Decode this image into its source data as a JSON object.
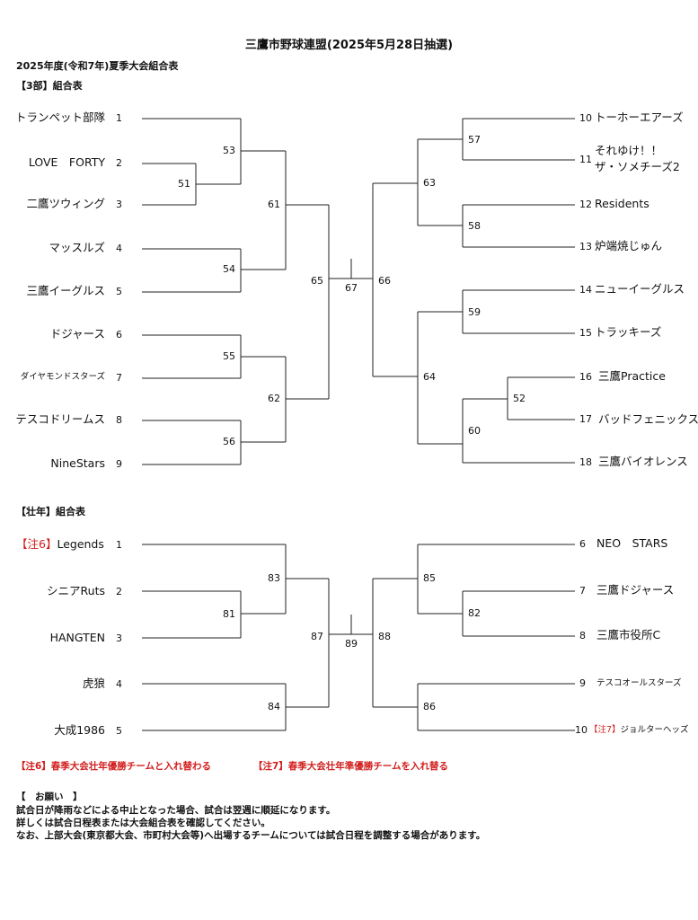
{
  "title": "三鷹市野球連盟(2025年5月28日抽選)",
  "subtitle": "2025年度(令和7年)夏季大会組合表",
  "section1": {
    "heading": "【3部】組合表",
    "left_teams": [
      {
        "name": "トランペット部隊",
        "seed": "1"
      },
      {
        "name": "LOVE　FORTY",
        "seed": "2"
      },
      {
        "name": "二鷹ツウィング",
        "seed": "3"
      },
      {
        "name": "マッスルズ",
        "seed": "4"
      },
      {
        "name": "三鷹イーグルス",
        "seed": "5"
      },
      {
        "name": "ドジャース",
        "seed": "6"
      },
      {
        "name": "ダイヤモンドスターズ",
        "seed": "7"
      },
      {
        "name": "テスコドリームス",
        "seed": "8"
      },
      {
        "name": "NineStars",
        "seed": "9"
      }
    ],
    "right_teams": [
      {
        "name": "トーホーエアーズ",
        "seed": "10"
      },
      {
        "name": "それゆけ！！",
        "name2": "ザ・ソメチーズ2",
        "seed": "11"
      },
      {
        "name": "Residents",
        "seed": "12"
      },
      {
        "name": "炉端焼じゅん",
        "seed": "13"
      },
      {
        "name": "ニューイーグルス",
        "seed": "14"
      },
      {
        "name": "トラッキーズ",
        "seed": "15"
      },
      {
        "name": "三鷹Practice",
        "seed": "16"
      },
      {
        "name": "バッドフェニックス",
        "seed": "17"
      },
      {
        "name": "三鷹バイオレンス",
        "seed": "18"
      }
    ],
    "matches": {
      "m51": "51",
      "m52": "52",
      "m53": "53",
      "m54": "54",
      "m55": "55",
      "m56": "56",
      "m57": "57",
      "m58": "58",
      "m59": "59",
      "m60": "60",
      "m61": "61",
      "m62": "62",
      "m63": "63",
      "m64": "64",
      "m65": "65",
      "m66": "66",
      "m67": "67"
    }
  },
  "section2": {
    "heading": "【壮年】組合表",
    "left_teams": [
      {
        "note": "【注6】",
        "name": "Legends",
        "seed": "1"
      },
      {
        "name": "シニアRuts",
        "seed": "2"
      },
      {
        "name": "HANGTEN",
        "seed": "3"
      },
      {
        "name": "虎狼",
        "seed": "4"
      },
      {
        "name": "大成1986",
        "seed": "5"
      }
    ],
    "right_teams": [
      {
        "name": "NEO　STARS",
        "seed": "6"
      },
      {
        "name": "三鷹ドジャース",
        "seed": "7"
      },
      {
        "name": "三鷹市役所C",
        "seed": "8"
      },
      {
        "name": "テスコオールスターズ",
        "seed": "9"
      },
      {
        "note": "【注7】",
        "name": "ジョルターヘッズ",
        "seed": "10"
      }
    ],
    "matches": {
      "m81": "81",
      "m82": "82",
      "m83": "83",
      "m84": "84",
      "m85": "85",
      "m86": "86",
      "m87": "87",
      "m88": "88",
      "m89": "89"
    }
  },
  "footnotes": {
    "note6": "【注6】春季大会壮年優勝チームと入れ替わる",
    "note7": "【注7】春季大会壮年準優勝チームを入れ替る"
  },
  "request": {
    "heading": "【　お願い　】",
    "lines": [
      "試合日が降雨などによる中止となった場合、試合は翌週に順延になります。",
      "詳しくは試合日程表または大会組合表を確認してください。",
      "なお、上部大会(東京都大会、市町村大会等)へ出場するチームについては試合日程を調整する場合があります。"
    ]
  },
  "colors": {
    "note_red": "#d21f1f",
    "line": "#222222"
  }
}
